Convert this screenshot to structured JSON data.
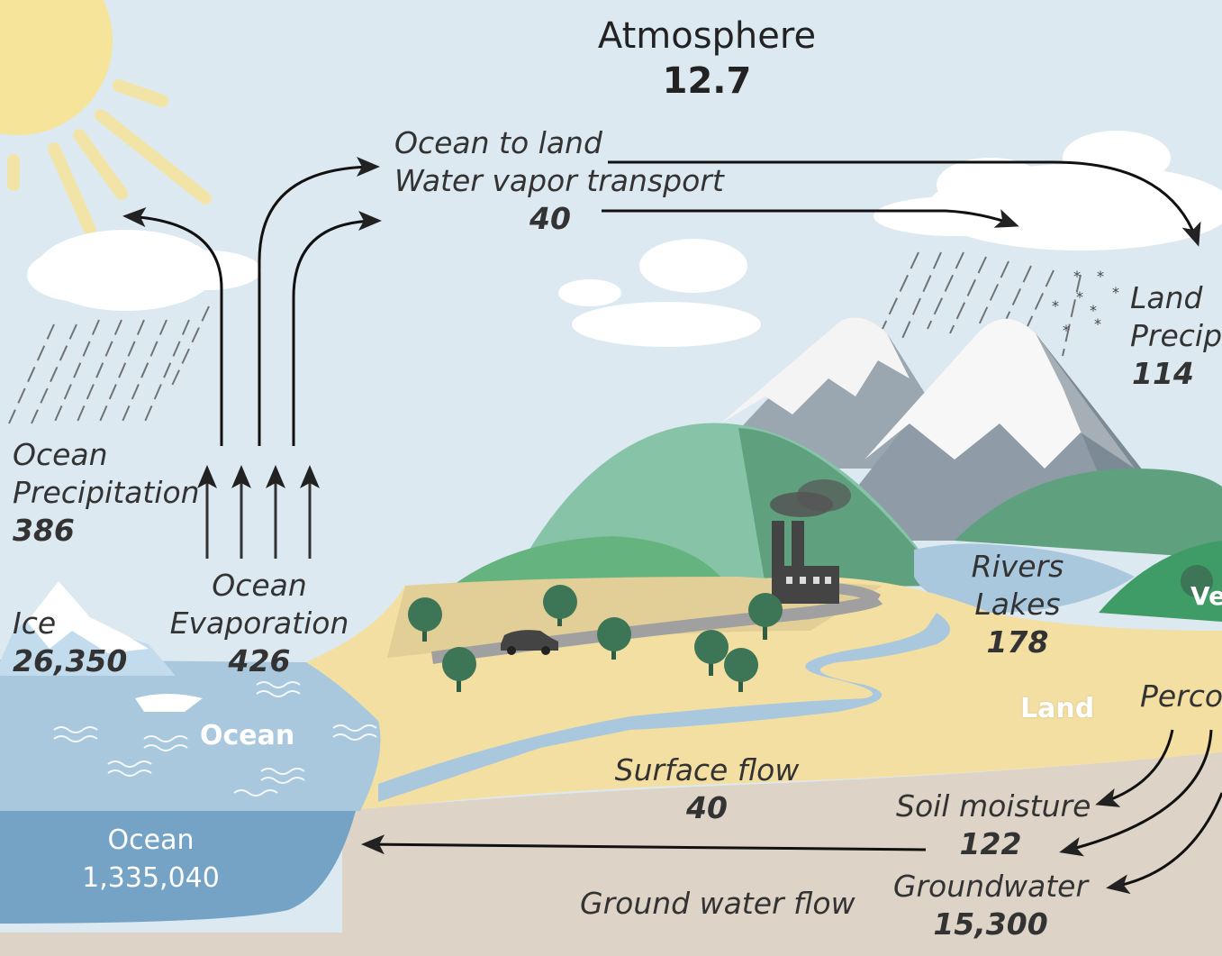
{
  "atmosphere": {
    "label": "Atmosphere",
    "value": "12.7"
  },
  "vapor_transport": {
    "line1": "Ocean to land",
    "line2": "Water vapor transport",
    "value": "40"
  },
  "land_precip": {
    "line1": "Land",
    "line2": "Precipi",
    "value": "114"
  },
  "ocean_precip": {
    "line1": "Ocean",
    "line2": "Precipitation",
    "value": "386"
  },
  "ocean_evap": {
    "line1": "Ocean",
    "line2": "Evaporation",
    "value": "426"
  },
  "ice": {
    "label": "Ice",
    "value": "26,350"
  },
  "ocean_surface_label": "Ocean",
  "ocean_store": {
    "label": "Ocean",
    "value": "1,335,040"
  },
  "rivers_lakes": {
    "line1": "Rivers",
    "line2": "Lakes",
    "value": "178"
  },
  "land_label": "Land",
  "vegetation_label": "Ve",
  "percolation_label": "Percol",
  "surface_flow": {
    "label": "Surface flow",
    "value": "40"
  },
  "soil_moisture": {
    "label": "Soil moisture",
    "value": "122"
  },
  "groundwater": {
    "label": "Groundwater",
    "value": "15,300"
  },
  "groundwater_flow_label": "Ground water flow",
  "colors": {
    "sky": "#dde9f1",
    "sun": "#f6e49a",
    "ocean_surface": "#a9c8de",
    "ocean_deep": "#75a3c6",
    "sand": "#f4dfa3",
    "soil": "#ddd3c7",
    "hill_green": "#5fae7d",
    "mountain_gray": "#9aa6b0",
    "arrow": "#222222"
  }
}
